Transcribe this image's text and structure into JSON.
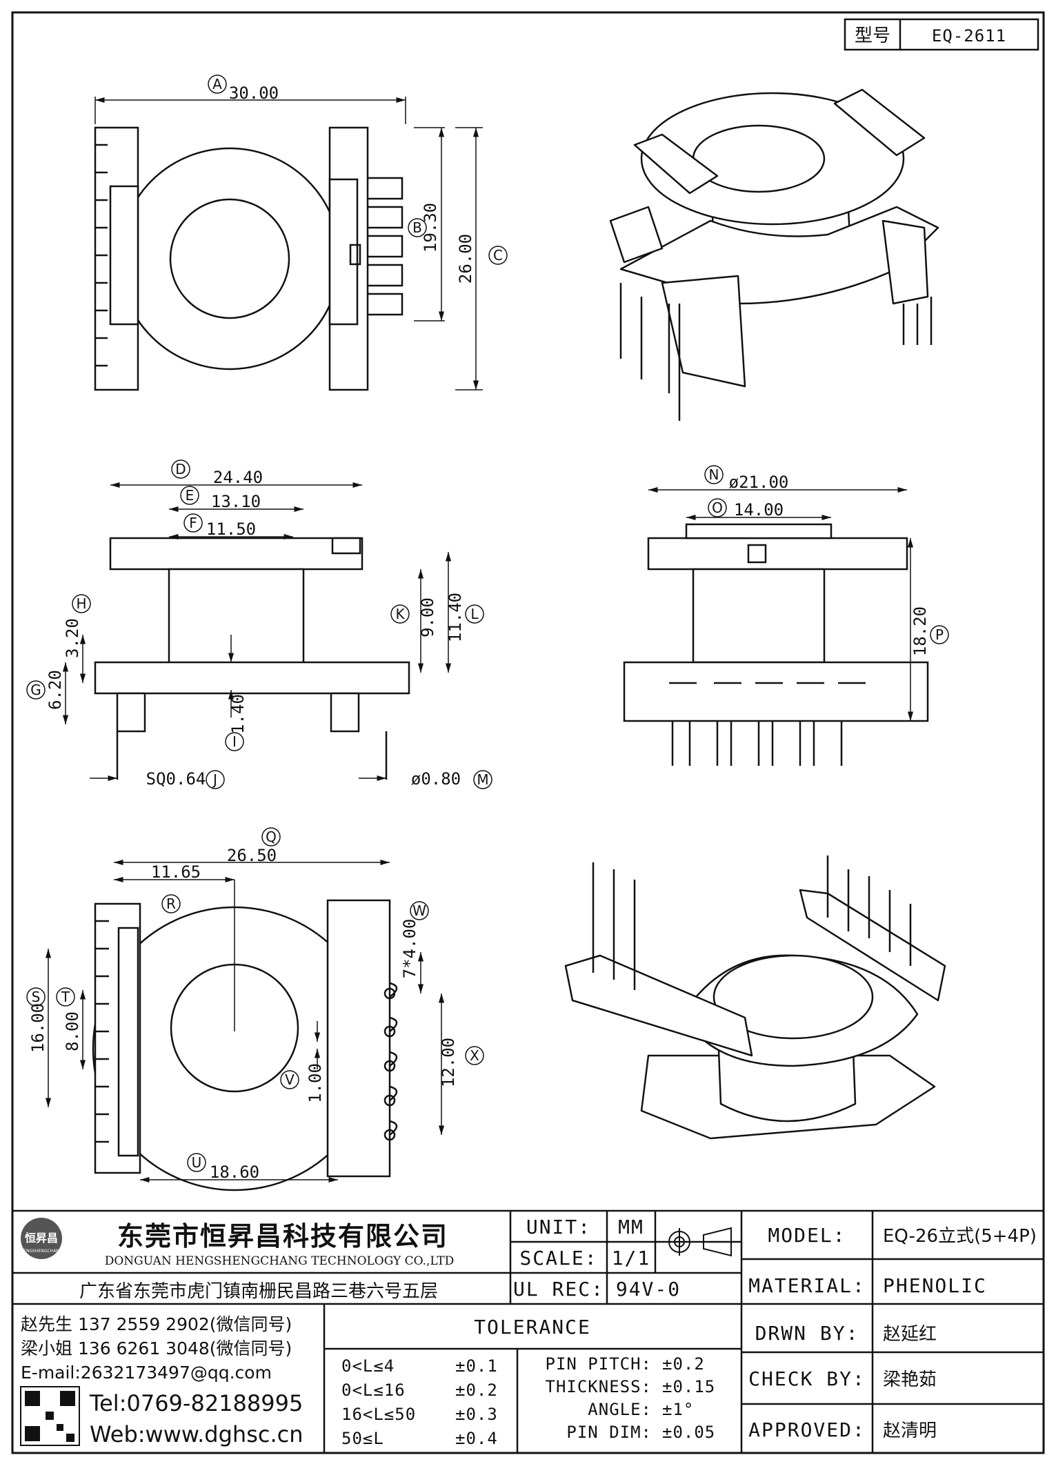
{
  "model_box": {
    "label": "型号",
    "value": "EQ-2611"
  },
  "top_view": {
    "dims": [
      {
        "id": "A",
        "value": "30.00"
      },
      {
        "id": "B",
        "value": "19.30"
      },
      {
        "id": "C",
        "value": "26.00"
      }
    ]
  },
  "side_view": {
    "dims": [
      {
        "id": "D",
        "value": "24.40"
      },
      {
        "id": "E",
        "value": "13.10"
      },
      {
        "id": "F",
        "value": "11.50"
      },
      {
        "id": "H",
        "value": "3.20"
      },
      {
        "id": "G",
        "value": "6.20"
      },
      {
        "id": "K",
        "value": "9.00"
      },
      {
        "id": "L",
        "value": "11.40"
      },
      {
        "id": "I",
        "value": "1.40"
      },
      {
        "id": "J",
        "value": "SQ0.64"
      },
      {
        "id": "M",
        "value": "ø0.80"
      }
    ]
  },
  "front_view": {
    "dims": [
      {
        "id": "N",
        "value": "ø21.00"
      },
      {
        "id": "O",
        "value": "14.00"
      },
      {
        "id": "P",
        "value": "18.20"
      }
    ]
  },
  "bottom_view": {
    "dims": [
      {
        "id": "Q",
        "value": "26.50"
      },
      {
        "id": "",
        "value": "11.65"
      },
      {
        "id": "R",
        "value": ""
      },
      {
        "id": "W",
        "value": "7*4.00"
      },
      {
        "id": "S",
        "value": "16.00"
      },
      {
        "id": "T",
        "value": "8.00"
      },
      {
        "id": "X",
        "value": "12.00"
      },
      {
        "id": "V",
        "value": "1.00"
      },
      {
        "id": "U",
        "value": "18.60"
      }
    ]
  },
  "title_block": {
    "company_cn": "东莞市恒昇昌科技有限公司",
    "company_en": "DONGUAN HENGSHENGCHANG TECHNOLOGY CO.,LTD",
    "logo_text": "恒昇昌",
    "logo_sub": "HENGSHENGCHANG",
    "address": "广东省东莞市虎门镇南栅民昌路三巷六号五层",
    "unit_label": "UNIT:",
    "unit_value": "MM",
    "scale_label": "SCALE:",
    "scale_value": "1/1",
    "ulrec_label": "UL REC:",
    "ulrec_value": "94V-0",
    "contacts": [
      "赵先生 137 2559 2902(微信同号)",
      "梁小姐 136 6261 3048(微信同号)",
      "E-mail:2632173497@qq.com"
    ],
    "tel": "Tel:0769-82188995",
    "web": "Web:www.dghsc.cn",
    "tolerance_title": "TOLERANCE",
    "tolerance_rows": [
      {
        "range": "0<L≤4",
        "tol": "±0.1"
      },
      {
        "range": "0<L≤16",
        "tol": "±0.2"
      },
      {
        "range": "16<L≤50",
        "tol": "±0.3"
      },
      {
        "range": "50≤L",
        "tol": "±0.4"
      }
    ],
    "spec_rows": [
      {
        "name": "PIN PITCH:",
        "tol": "±0.2"
      },
      {
        "name": "THICKNESS:",
        "tol": "±0.15"
      },
      {
        "name": "ANGLE:",
        "tol": "±1°"
      },
      {
        "name": "PIN DIM:",
        "tol": "±0.05"
      }
    ],
    "fields": [
      {
        "label": "MODEL:",
        "value": "EQ-26立式(5+4P)"
      },
      {
        "label": "MATERIAL:",
        "value": "PHENOLIC"
      },
      {
        "label": "DRWN BY:",
        "value": "赵延红"
      },
      {
        "label": "CHECK BY:",
        "value": "梁艳茹"
      },
      {
        "label": "APPROVED:",
        "value": "赵清明"
      }
    ]
  }
}
